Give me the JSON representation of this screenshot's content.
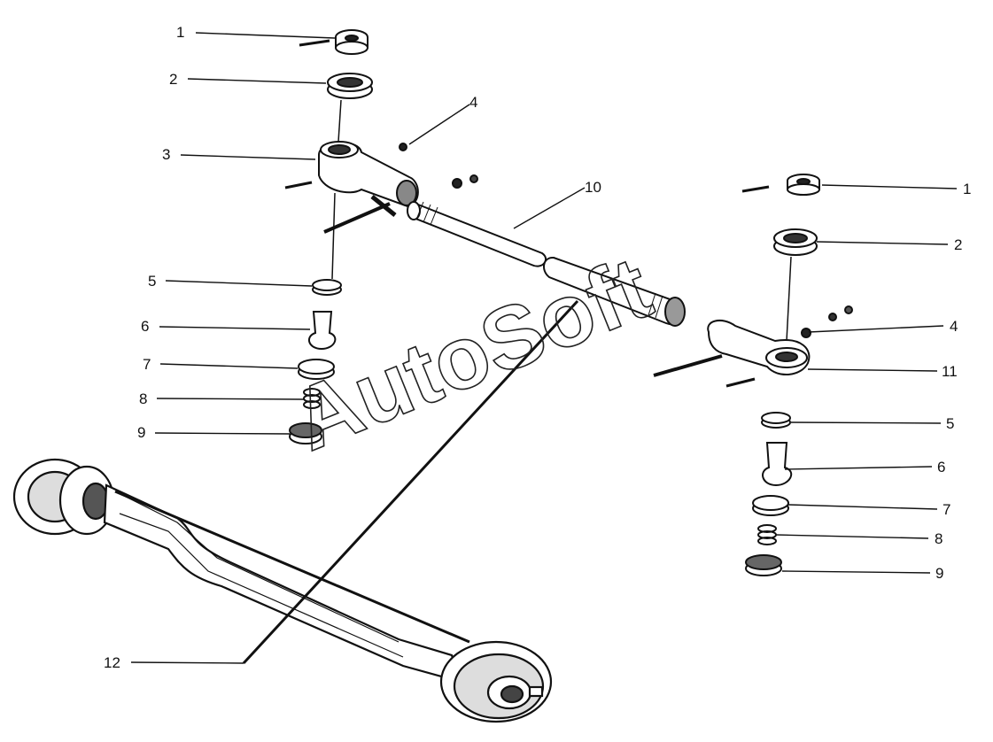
{
  "watermark": "AutoSoft",
  "callouts": {
    "left_1": "1",
    "left_2": "2",
    "left_3": "3",
    "left_4": "4",
    "left_5": "5",
    "left_6": "6",
    "left_7": "7",
    "left_8": "8",
    "left_9": "9",
    "center_10": "10",
    "right_1": "1",
    "right_2": "2",
    "right_4": "4",
    "right_11": "11",
    "right_5": "5",
    "right_6": "6",
    "right_7": "7",
    "right_8": "8",
    "right_9": "9",
    "bottom_12": "12"
  }
}
